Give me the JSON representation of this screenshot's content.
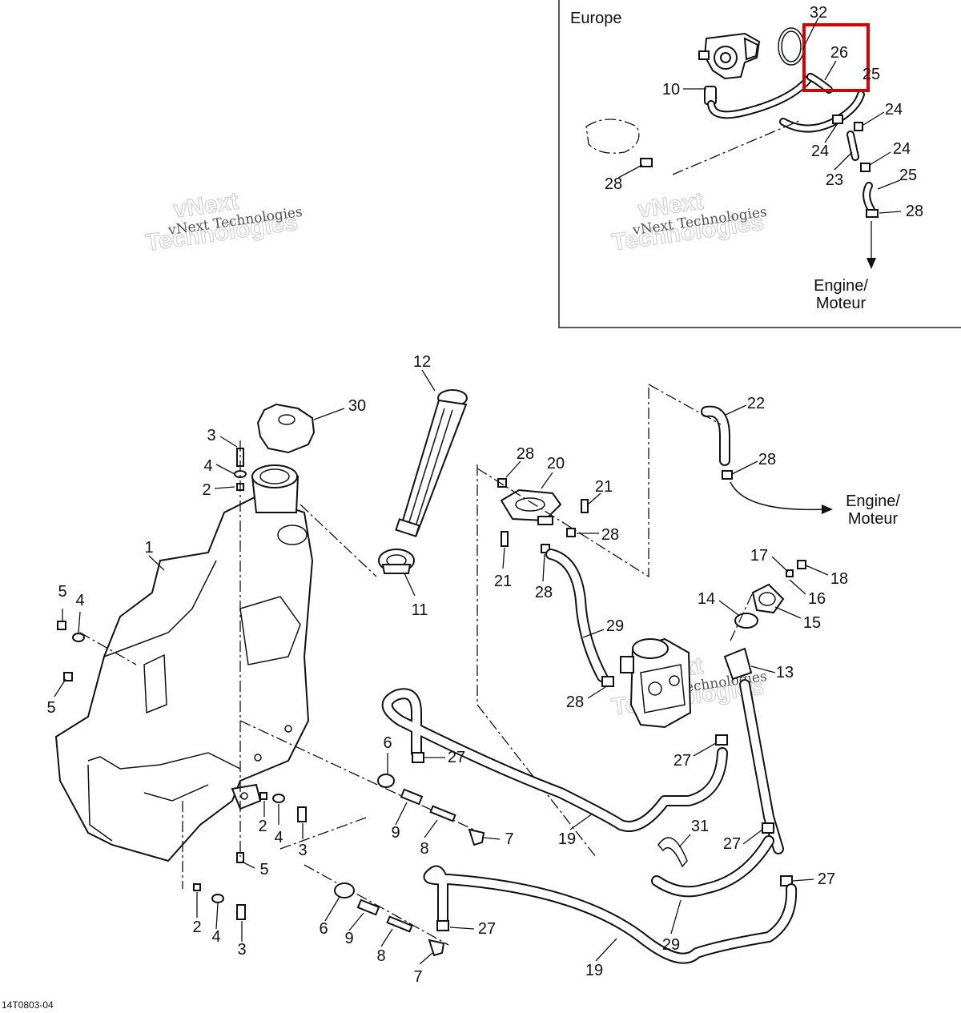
{
  "diagram_code": "14T0803-04",
  "inset": {
    "region_label": "Europe",
    "engine_label_line1": "Engine/",
    "engine_label_line2": "Moteur"
  },
  "main": {
    "engine_label_line1": "Engine/",
    "engine_label_line2": "Moteur"
  },
  "watermark": {
    "line_small": "vNext Technologies",
    "word_1": "vNext",
    "word_2": "Technologies"
  },
  "highlight": {
    "part_number": "26",
    "color": "#d40000"
  },
  "callouts": {
    "inset": [
      "32",
      "26",
      "25",
      "10",
      "24",
      "24",
      "24",
      "23",
      "25",
      "28",
      "28"
    ],
    "main": [
      "12",
      "30",
      "3",
      "4",
      "2",
      "1",
      "11",
      "20",
      "28",
      "21",
      "21",
      "28",
      "28",
      "22",
      "28",
      "5",
      "4",
      "5",
      "17",
      "18",
      "16",
      "14",
      "15",
      "29",
      "13",
      "28",
      "6",
      "27",
      "27",
      "2",
      "4",
      "3",
      "9",
      "8",
      "7",
      "19",
      "31",
      "27",
      "5",
      "29",
      "27",
      "2",
      "4",
      "3",
      "6",
      "9",
      "8",
      "27",
      "7",
      "19"
    ]
  }
}
